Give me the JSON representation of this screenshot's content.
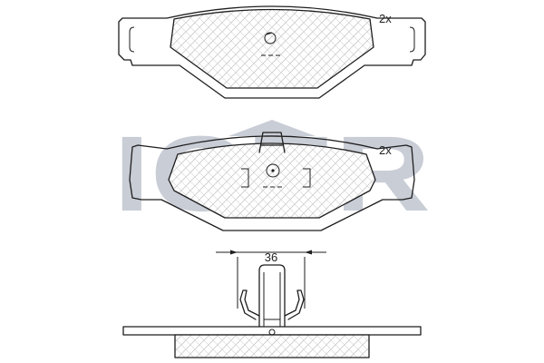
{
  "watermark": {
    "text": "ICER",
    "color": "#c9cdd6"
  },
  "top_view": {
    "quantity_label": "2x"
  },
  "middle_view": {
    "quantity_label": "2x"
  },
  "side_view": {
    "dimension_label": "36"
  },
  "colors": {
    "line": "#1e1e1e",
    "hatch": "#bfbfbf",
    "background": "#ffffff"
  }
}
